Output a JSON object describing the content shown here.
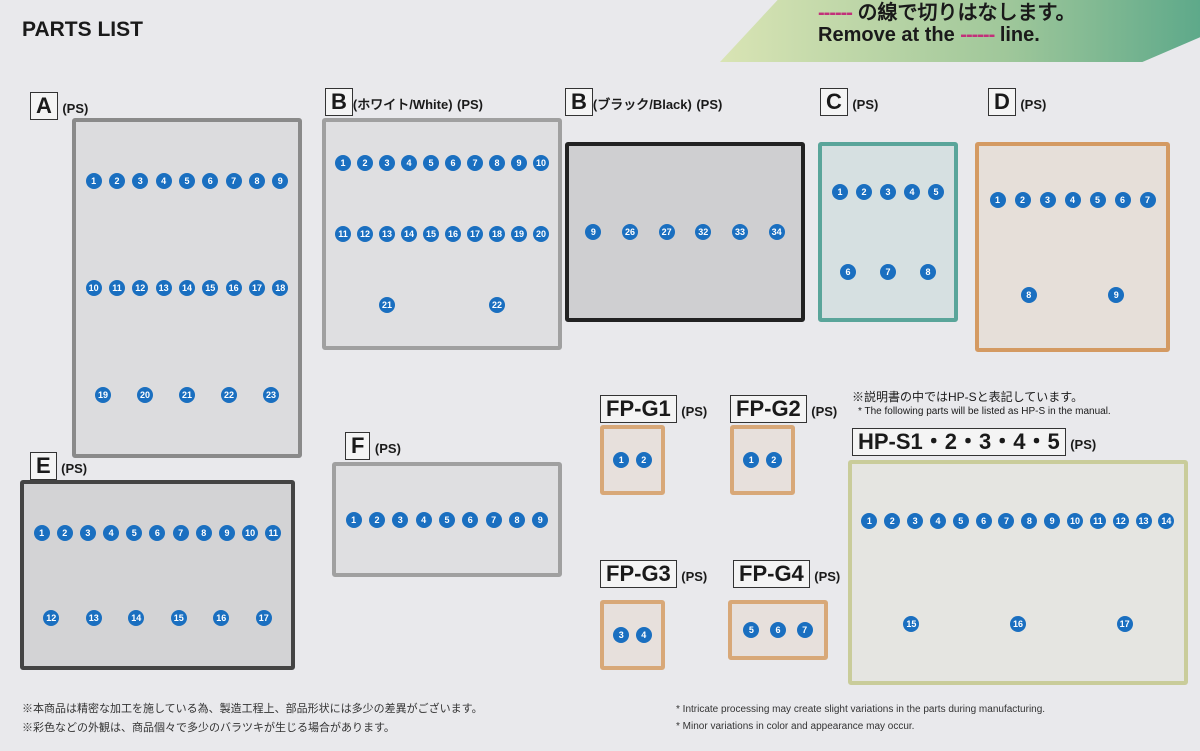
{
  "header": {
    "title": "PARTS LIST",
    "jp_instruction": "の線で切りはなします。",
    "en_instruction_pre": "Remove at the",
    "en_instruction_post": "line.",
    "dash": "------"
  },
  "sprues": [
    {
      "id": "A",
      "label": "A",
      "ps": "(PS)",
      "color": "#8a8a8a",
      "parts": [
        "1",
        "2",
        "3",
        "4",
        "5",
        "6",
        "7",
        "8",
        "9",
        "10",
        "11",
        "12",
        "13",
        "14",
        "15",
        "16",
        "17",
        "18",
        "19",
        "20",
        "21",
        "22",
        "23"
      ]
    },
    {
      "id": "B-white",
      "label": "B",
      "sub": "(ホワイト/White)",
      "ps": "(PS)",
      "color": "#a0a0a0",
      "parts": [
        "1",
        "2",
        "3",
        "4",
        "5",
        "6",
        "7",
        "8",
        "9",
        "10",
        "11",
        "12",
        "13",
        "14",
        "15",
        "16",
        "17",
        "18",
        "19",
        "20",
        "21",
        "22"
      ]
    },
    {
      "id": "B-black",
      "label": "B",
      "sub": "(ブラック/Black)",
      "ps": "(PS)",
      "color": "#222222",
      "parts": [
        "9",
        "26",
        "27",
        "32",
        "33",
        "34"
      ]
    },
    {
      "id": "C",
      "label": "C",
      "ps": "(PS)",
      "color": "#5aa59a",
      "parts": [
        "1",
        "2",
        "3",
        "4",
        "5",
        "6",
        "7",
        "8"
      ]
    },
    {
      "id": "D",
      "label": "D",
      "ps": "(PS)",
      "color": "#d49a62",
      "parts": [
        "1",
        "2",
        "3",
        "4",
        "5",
        "6",
        "7",
        "8",
        "9"
      ]
    },
    {
      "id": "E",
      "label": "E",
      "ps": "(PS)",
      "color": "#444444",
      "parts": [
        "1",
        "2",
        "3",
        "4",
        "5",
        "6",
        "7",
        "8",
        "9",
        "10",
        "11",
        "12",
        "13",
        "14",
        "15",
        "16",
        "17"
      ]
    },
    {
      "id": "F",
      "label": "F",
      "ps": "(PS)",
      "color": "#a0a0a0",
      "parts": [
        "1",
        "2",
        "3",
        "4",
        "5",
        "6",
        "7",
        "8",
        "9"
      ]
    },
    {
      "id": "FP-G1",
      "label": "FP-G1",
      "ps": "(PS)",
      "color": "#d8a878",
      "parts": [
        "1",
        "2"
      ]
    },
    {
      "id": "FP-G2",
      "label": "FP-G2",
      "ps": "(PS)",
      "color": "#d8a878",
      "parts": [
        "1",
        "2"
      ]
    },
    {
      "id": "FP-G3",
      "label": "FP-G3",
      "ps": "(PS)",
      "color": "#d8a878",
      "parts": [
        "3",
        "4"
      ]
    },
    {
      "id": "FP-G4",
      "label": "FP-G4",
      "ps": "(PS)",
      "color": "#d8a878",
      "parts": [
        "5",
        "6",
        "7"
      ]
    },
    {
      "id": "HP-S",
      "label": "HP-S1・2・3・4・5",
      "ps": "(PS)",
      "color": "#c9cc9a",
      "parts": [
        "1",
        "2",
        "3",
        "4",
        "5",
        "6",
        "7",
        "8",
        "9",
        "10",
        "11",
        "12",
        "13",
        "14",
        "15",
        "16",
        "17"
      ]
    }
  ],
  "hps_note": {
    "jp": "※説明書の中ではHP-Sと表記しています。",
    "en": "* The following parts will be listed as HP-S in the manual."
  },
  "footer": {
    "jp1": "※本商品は精密な加工を施している為、製造工程上、部品形状には多少の差異がございます。",
    "jp2": "※彩色などの外観は、商品個々で多少のバラツキが生じる場合があります。",
    "en1": "* Intricate processing may create slight variations in the parts during manufacturing.",
    "en2": "* Minor variations in color and appearance may occur."
  }
}
